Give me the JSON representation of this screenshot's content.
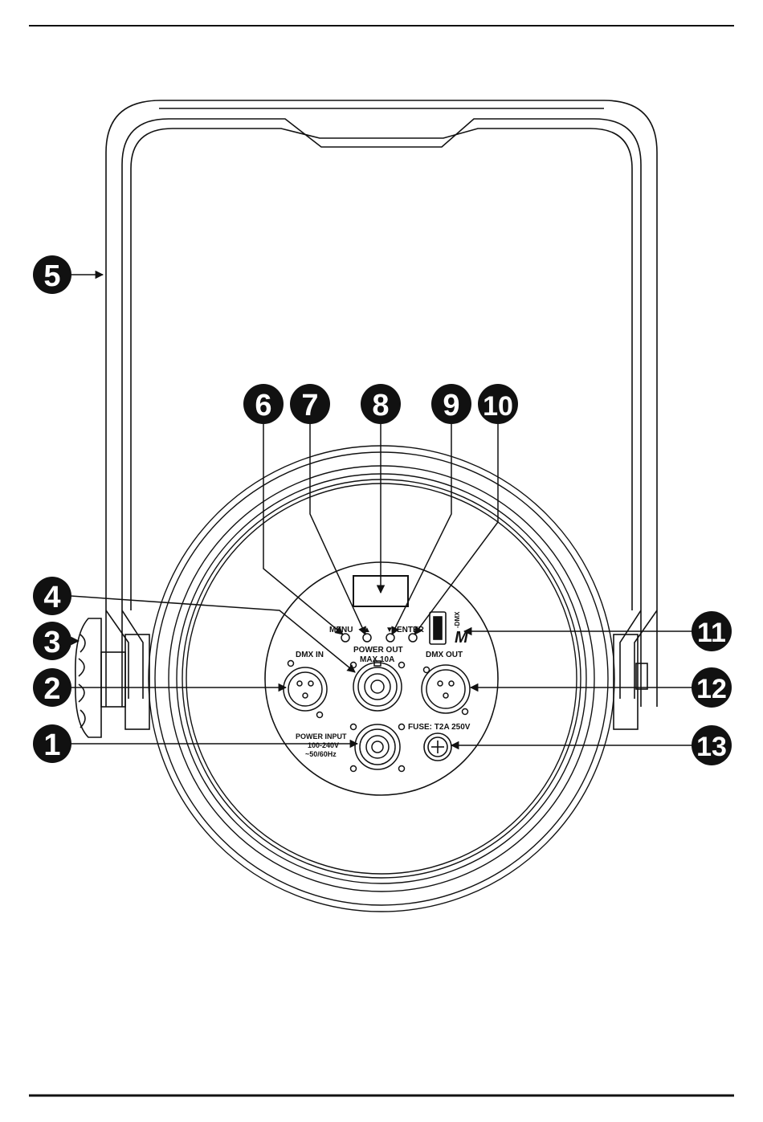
{
  "callouts": {
    "c1": "1",
    "c2": "2",
    "c3": "3",
    "c4": "4",
    "c5": "5",
    "c6": "6",
    "c7": "7",
    "c8": "8",
    "c9": "9",
    "c10": "10",
    "c11": "11",
    "c12": "12",
    "c13": "13"
  },
  "panel_labels": {
    "menu": "MENU",
    "up": "▲",
    "down": "▼",
    "enter": "ENTER",
    "power_out_1": "POWER OUT",
    "power_out_2": "MAX 10A",
    "dmx_in": "DMX IN",
    "dmx_out": "DMX OUT",
    "power_input_1": "POWER INPUT",
    "power_input_2": "100-240V",
    "power_input_3": "~50/60Hz",
    "fuse": "FUSE: T2A 250V",
    "logo_main": "M",
    "logo_sub": "-DMX"
  },
  "colors": {
    "ink": "#111111",
    "paper": "#ffffff"
  }
}
